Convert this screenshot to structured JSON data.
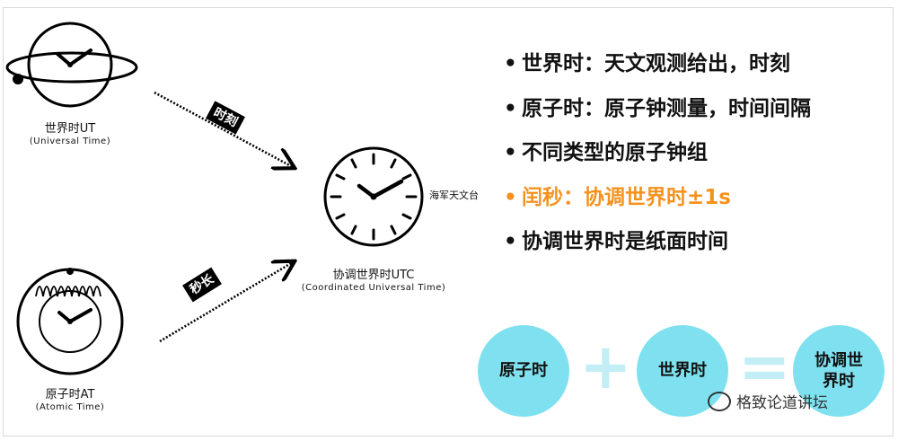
{
  "ut": {
    "label": "世界时UT",
    "sublabel": "(Universal Time)"
  },
  "at": {
    "label": "原子时AT",
    "sublabel": "(Atomic Time)"
  },
  "utc": {
    "label": "协调世界时UTC",
    "sublabel": "(Coordinated Universal Time)",
    "side_label": "海军天文台"
  },
  "arrows": {
    "top_tag": "时刻",
    "bottom_tag": "秒长"
  },
  "bullets": [
    {
      "text": "世界时：天文观测给出，时刻",
      "highlight": false
    },
    {
      "text": "原子时：原子钟测量，时间间隔",
      "highlight": false
    },
    {
      "text": "不同类型的原子钟组",
      "highlight": false
    },
    {
      "text": "闰秒：协调世界时±1s",
      "highlight": true
    },
    {
      "text": "协调世界时是纸面时间",
      "highlight": false
    }
  ],
  "bullet_symbol": "•",
  "equation": {
    "left": "原子时",
    "plus": "+",
    "middle": "世界时",
    "equals": "=",
    "result_line1": "协调世",
    "result_line2": "界时"
  },
  "watermark": {
    "text": "格致论道讲坛",
    "icon": "wechat-icon"
  },
  "colors": {
    "highlight": "#f5921e",
    "bubble": "#7fe1f0",
    "operator": "#c3eef6"
  }
}
